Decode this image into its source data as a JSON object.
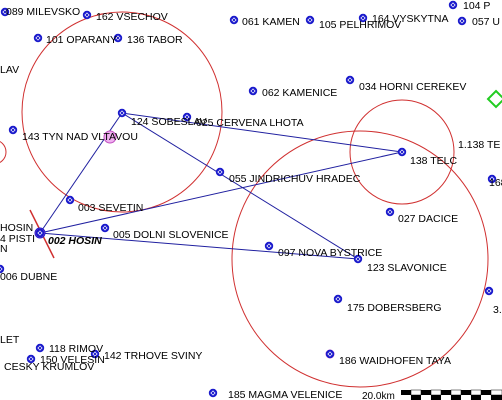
{
  "map": {
    "route_color": "#2020a0",
    "circle_color": "#d03030",
    "waypoint_color": "#1a1acc"
  },
  "waypoints": [
    {
      "id": "w089",
      "label": "089 MILEVSKO"
    },
    {
      "id": "w162",
      "label": "162 VSECHOV"
    },
    {
      "id": "w101",
      "label": "101 OPARANY"
    },
    {
      "id": "w136",
      "label": "136 TABOR"
    },
    {
      "id": "w061",
      "label": "061 KAMEN"
    },
    {
      "id": "w105",
      "label": "105 PELHRIMOV"
    },
    {
      "id": "w164",
      "label": "164 VYSKYTNA"
    },
    {
      "id": "w104",
      "label": "104 P"
    },
    {
      "id": "w057",
      "label": "057 U"
    },
    {
      "id": "w062",
      "label": "062 KAMENICE"
    },
    {
      "id": "w034",
      "label": "034 HORNI CEREKEV"
    },
    {
      "id": "w124",
      "label": "124 SOBESLAV"
    },
    {
      "id": "w025",
      "label": "025 CERVENA LHOTA"
    },
    {
      "id": "w143",
      "label": "143 TYN NAD VLTAVOU"
    },
    {
      "id": "w138",
      "label": "138 TELC"
    },
    {
      "id": "w055",
      "label": "055 JINDRICHUV HRADEC"
    },
    {
      "id": "w003",
      "label": "003 SEVETIN"
    },
    {
      "id": "w027",
      "label": "027 DACICE"
    },
    {
      "id": "w005",
      "label": "005 DOLNI SLOVENICE"
    },
    {
      "id": "w002",
      "label": "002 HOSIN"
    },
    {
      "id": "w097",
      "label": "097 NOVA BYSTRICE"
    },
    {
      "id": "w123",
      "label": "123 SLAVONICE"
    },
    {
      "id": "w006",
      "label": "006 DUBNE"
    },
    {
      "id": "w175",
      "label": "175 DOBERSBERG"
    },
    {
      "id": "w118",
      "label": "118 RIMOV"
    },
    {
      "id": "w142",
      "label": "142 TRHOVE SVINY"
    },
    {
      "id": "w150",
      "label": "150 VELESIN"
    },
    {
      "id": "w186",
      "label": "186 WAIDHOFEN TAYA"
    },
    {
      "id": "w185",
      "label": "185 MAGMA VELENICE"
    }
  ],
  "edge_labels": {
    "lav": "LAV",
    "hosin": "HOSIN",
    "pisti": "4 PISTI",
    "n": "N",
    "let": "LET",
    "cesky": "CESKY KRUMLOV",
    "telc_cut": "1.138 TE",
    "num168": "168",
    "num3": "3."
  },
  "route": [
    "002 HOSIN",
    "124 SOBESLAV",
    "138 TELC",
    "002 HOSIN",
    "123 SLAVONICE",
    "124 SOBESLAV"
  ],
  "scale": {
    "label": "20.0km"
  }
}
